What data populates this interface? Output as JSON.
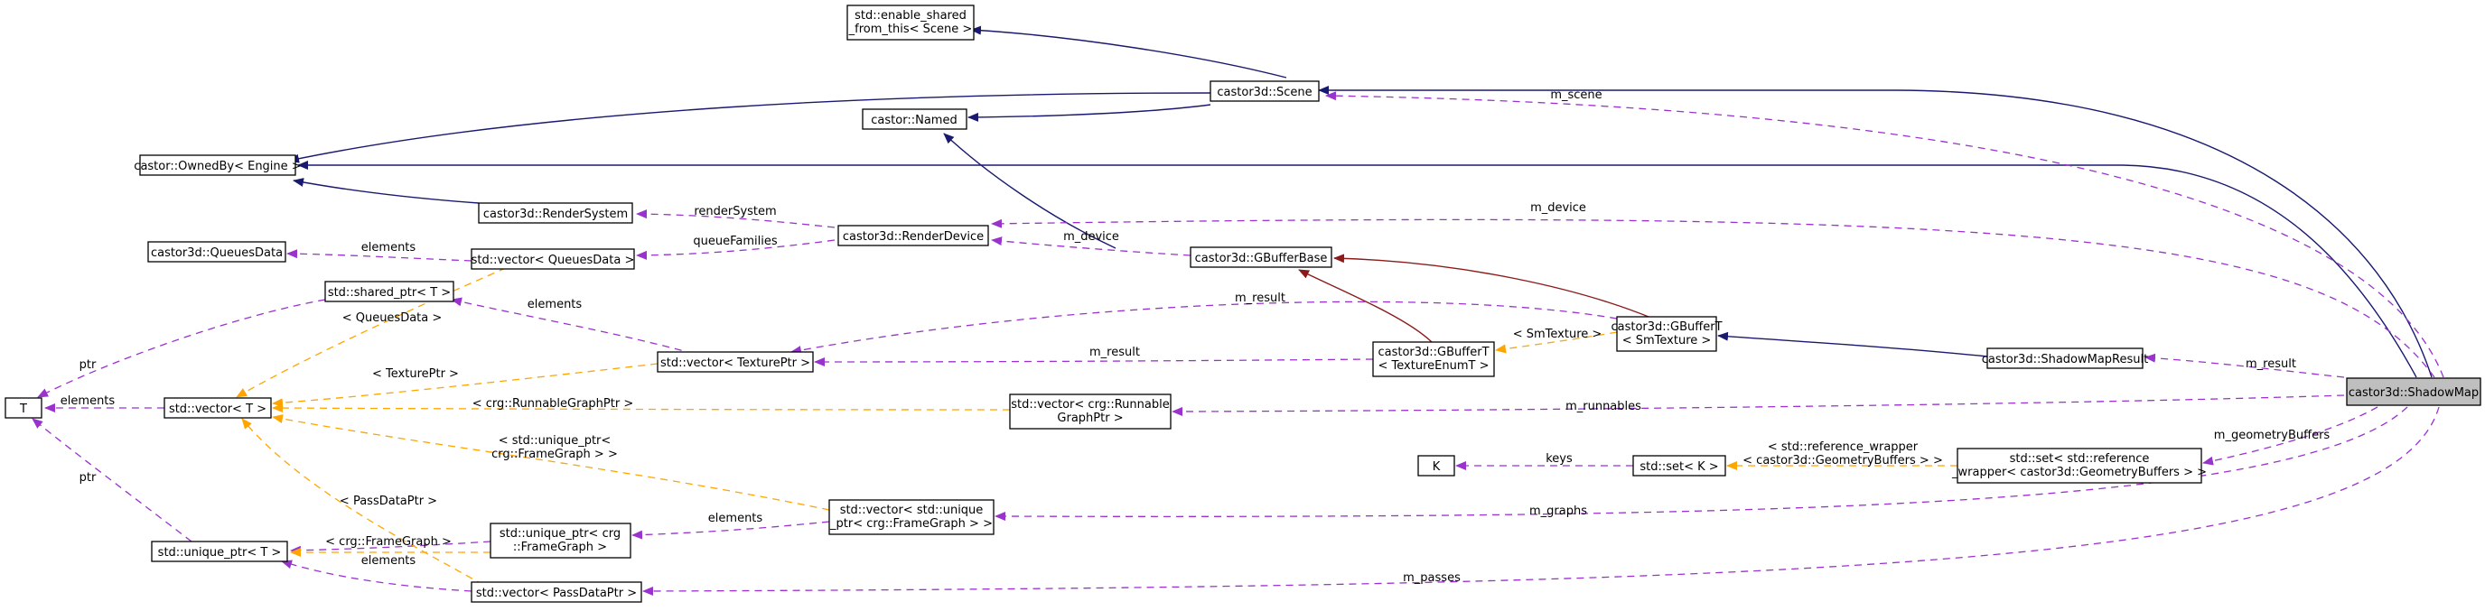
{
  "colors": {
    "inheritance": "#191970",
    "inheritance_private": "#8b1a1a",
    "usage": "#9a32cd",
    "template": "#ffa500",
    "node_border": "#000000",
    "node_fill": "#ffffff",
    "focus_fill": "#bfbfbf"
  },
  "nodes": {
    "enable_shared": [
      "std::enable_shared",
      "_from_this< Scene >"
    ],
    "scene": [
      "castor3d::Scene"
    ],
    "named": [
      "castor::Named"
    ],
    "ownedby": [
      "castor::OwnedBy< Engine >"
    ],
    "rendersystem": [
      "castor3d::RenderSystem"
    ],
    "renderdevice": [
      "castor3d::RenderDevice"
    ],
    "queuesdata": [
      "castor3d::QueuesData"
    ],
    "vec_queues": [
      "std::vector< QueuesData >"
    ],
    "gbufferbase": [
      "castor3d::GBufferBase"
    ],
    "shared_ptr": [
      "std::shared_ptr< T >"
    ],
    "gbuffert_sm": [
      "castor3d::GBufferT",
      "< SmTexture >"
    ],
    "vec_texture": [
      "std::vector< TexturePtr >"
    ],
    "gbuffert_enum": [
      "castor3d::GBufferT",
      "< TextureEnumT >"
    ],
    "shadowmapresult": [
      "castor3d::ShadowMapResult"
    ],
    "shadowmap": [
      "castor3d::ShadowMap"
    ],
    "t": [
      "T"
    ],
    "vec_t": [
      "std::vector< T >"
    ],
    "vec_runnable": [
      "std::vector< crg::Runnable",
      "GraphPtr >"
    ],
    "k": [
      "K"
    ],
    "set_k": [
      "std::set< K >"
    ],
    "set_ref": [
      "std::set< std::reference",
      "_wrapper< castor3d::GeometryBuffers > >"
    ],
    "vec_unique_fg": [
      "std::vector< std::unique",
      "_ptr< crg::FrameGraph > >"
    ],
    "unique_ptr_fg": [
      "std::unique_ptr< crg",
      "::FrameGraph >"
    ],
    "unique_ptr_t": [
      "std::unique_ptr< T >"
    ],
    "vec_passdata": [
      "std::vector< PassDataPtr >"
    ]
  },
  "labels": {
    "m_scene": [
      "m_scene"
    ],
    "m_device_top": [
      "m_device"
    ],
    "rendersystem": [
      "renderSystem"
    ],
    "queuefamilies": [
      "queueFamilies"
    ],
    "elements_queues": [
      "elements"
    ],
    "m_device_mid": [
      "m_device"
    ],
    "elements_shared": [
      "elements"
    ],
    "m_result_tex": [
      "m_result"
    ],
    "queuesdata_tpl": [
      "< QueuesData >"
    ],
    "smtexture_tpl": [
      "< SmTexture >"
    ],
    "m_result_vec": [
      "m_result"
    ],
    "m_result_sm": [
      "m_result"
    ],
    "texptr_tpl": [
      "< TexturePtr >"
    ],
    "ptr_top": [
      "ptr"
    ],
    "elements_t": [
      "elements"
    ],
    "runnable_tpl": [
      "< crg::RunnableGraphPtr >"
    ],
    "m_runnables": [
      "m_runnables"
    ],
    "m_geometry": [
      "m_geometryBuffers"
    ],
    "refwrap_tpl": [
      "< std::reference_wrapper",
      "< castor3d::GeometryBuffers > >"
    ],
    "keys": [
      "keys"
    ],
    "unique_fg_tpl": [
      "< std::unique_ptr<",
      "crg::FrameGraph > >"
    ],
    "ptr_bottom": [
      "ptr"
    ],
    "elements_fg": [
      "elements"
    ],
    "m_graphs": [
      "m_graphs"
    ],
    "passdata_tpl": [
      "< PassDataPtr >"
    ],
    "framegraph_tpl": [
      "< crg::FrameGraph >"
    ],
    "elements_pass": [
      "elements"
    ],
    "m_passes": [
      "m_passes"
    ]
  }
}
